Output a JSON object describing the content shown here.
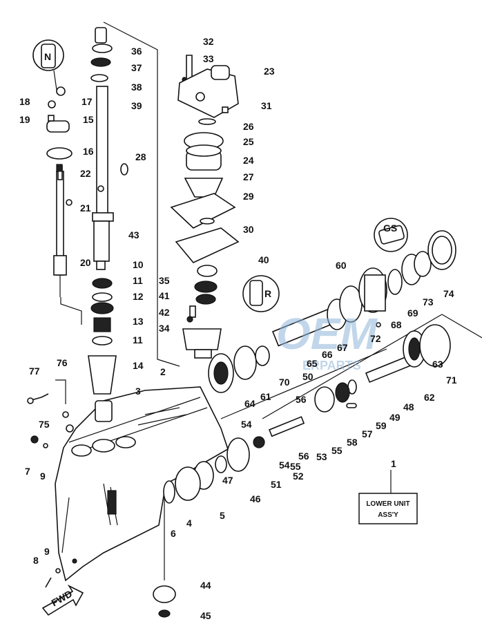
{
  "title_box": {
    "line1": "LOWER UNIT",
    "line2": "ASS'Y"
  },
  "fwd_label": "FWD",
  "watermark": {
    "brand": "OEM",
    "sub": "ERPARTS",
    "color": "#8fb6d9"
  },
  "side_markers": {
    "top_left": "N",
    "mid": "R",
    "right": "GS"
  },
  "callouts": [
    {
      "id": "1",
      "text": "1"
    },
    {
      "id": "2",
      "text": "2"
    },
    {
      "id": "3",
      "text": "3"
    },
    {
      "id": "4",
      "text": "4"
    },
    {
      "id": "5",
      "text": "5"
    },
    {
      "id": "6",
      "text": "6"
    },
    {
      "id": "7",
      "text": "7"
    },
    {
      "id": "8",
      "text": "8"
    },
    {
      "id": "9a",
      "text": "9"
    },
    {
      "id": "9b",
      "text": "9"
    },
    {
      "id": "10",
      "text": "10"
    },
    {
      "id": "11a",
      "text": "11"
    },
    {
      "id": "11b",
      "text": "11"
    },
    {
      "id": "12",
      "text": "12"
    },
    {
      "id": "13",
      "text": "13"
    },
    {
      "id": "14",
      "text": "14"
    },
    {
      "id": "15",
      "text": "15"
    },
    {
      "id": "16",
      "text": "16"
    },
    {
      "id": "17",
      "text": "17"
    },
    {
      "id": "18",
      "text": "18"
    },
    {
      "id": "19",
      "text": "19"
    },
    {
      "id": "20",
      "text": "20"
    },
    {
      "id": "21",
      "text": "21"
    },
    {
      "id": "22",
      "text": "22"
    },
    {
      "id": "23",
      "text": "23"
    },
    {
      "id": "24",
      "text": "24"
    },
    {
      "id": "25",
      "text": "25"
    },
    {
      "id": "26",
      "text": "26"
    },
    {
      "id": "27",
      "text": "27"
    },
    {
      "id": "28",
      "text": "28"
    },
    {
      "id": "29",
      "text": "29"
    },
    {
      "id": "30",
      "text": "30"
    },
    {
      "id": "31",
      "text": "31"
    },
    {
      "id": "32",
      "text": "32"
    },
    {
      "id": "33",
      "text": "33"
    },
    {
      "id": "34",
      "text": "34"
    },
    {
      "id": "35",
      "text": "35"
    },
    {
      "id": "36",
      "text": "36"
    },
    {
      "id": "37",
      "text": "37"
    },
    {
      "id": "38",
      "text": "38"
    },
    {
      "id": "39",
      "text": "39"
    },
    {
      "id": "40",
      "text": "40"
    },
    {
      "id": "41",
      "text": "41"
    },
    {
      "id": "42",
      "text": "42"
    },
    {
      "id": "43",
      "text": "43"
    },
    {
      "id": "44",
      "text": "44"
    },
    {
      "id": "45",
      "text": "45"
    },
    {
      "id": "46",
      "text": "46"
    },
    {
      "id": "47",
      "text": "47"
    },
    {
      "id": "48",
      "text": "48"
    },
    {
      "id": "49",
      "text": "49"
    },
    {
      "id": "50",
      "text": "50"
    },
    {
      "id": "51",
      "text": "51"
    },
    {
      "id": "52",
      "text": "52"
    },
    {
      "id": "53",
      "text": "53"
    },
    {
      "id": "54a",
      "text": "54"
    },
    {
      "id": "54b",
      "text": "54"
    },
    {
      "id": "55a",
      "text": "55"
    },
    {
      "id": "55b",
      "text": "55"
    },
    {
      "id": "56a",
      "text": "56"
    },
    {
      "id": "56b",
      "text": "56"
    },
    {
      "id": "57",
      "text": "57"
    },
    {
      "id": "58",
      "text": "58"
    },
    {
      "id": "59",
      "text": "59"
    },
    {
      "id": "60",
      "text": "60"
    },
    {
      "id": "61",
      "text": "61"
    },
    {
      "id": "62",
      "text": "62"
    },
    {
      "id": "63",
      "text": "63"
    },
    {
      "id": "64",
      "text": "64"
    },
    {
      "id": "65",
      "text": "65"
    },
    {
      "id": "66",
      "text": "66"
    },
    {
      "id": "67",
      "text": "67"
    },
    {
      "id": "68",
      "text": "68"
    },
    {
      "id": "69",
      "text": "69"
    },
    {
      "id": "70",
      "text": "70"
    },
    {
      "id": "71",
      "text": "71"
    },
    {
      "id": "72",
      "text": "72"
    },
    {
      "id": "73",
      "text": "73"
    },
    {
      "id": "74",
      "text": "74"
    },
    {
      "id": "75",
      "text": "75"
    },
    {
      "id": "76",
      "text": "76"
    },
    {
      "id": "77",
      "text": "77"
    }
  ]
}
